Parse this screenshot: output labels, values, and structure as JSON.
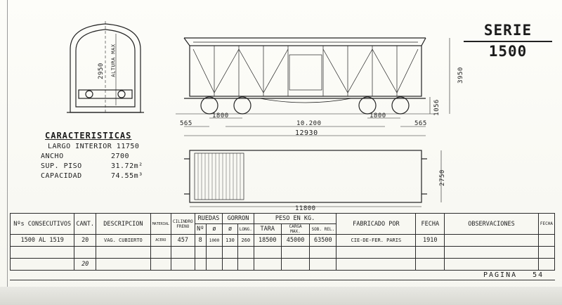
{
  "serie": "SERIE 1500",
  "end_view_labels": {
    "height": "2950",
    "altura_max": "ALTURA MAX"
  },
  "side_view_dims": {
    "overall_height": "3950",
    "ground_height": "1056",
    "wheelbase_left": "1800",
    "wheelbase_right": "1800",
    "center_span": "10.200",
    "overhang_left": "565",
    "overhang_right": "565",
    "overall_length": "12930"
  },
  "plan_view_dims": {
    "width": "2750",
    "length": "11800"
  },
  "characteristics": {
    "title": "CARACTERISTICAS",
    "largo_interior": "LARGO INTERIOR 11750",
    "rows": [
      {
        "label": "ANCHO",
        "value": "2700"
      },
      {
        "label": "SUP. PISO",
        "value": "31.72m²"
      },
      {
        "label": "CAPACIDAD",
        "value": "74.55m³"
      }
    ]
  },
  "table": {
    "headers": {
      "consecutivos": "Nºs CONSECUTIVOS",
      "cant": "CANT.",
      "descripcion": "DESCRIPCION",
      "material": "MATERIAL",
      "cilindro": "CILINDRO FRENO",
      "ruedas": "RUEDAS",
      "gorron": "GORRON",
      "peso": "PESO EN KG.",
      "fabricado": "FABRICADO POR",
      "fecha": "FECHA",
      "observaciones": "OBSERVACIONES",
      "fecha2": "FECHA",
      "ruedas_n": "Nº",
      "ruedas_d": "ø",
      "gorron_d": "ø",
      "gorron_long": "LONG.",
      "tara": "TARA",
      "carga": "CARGA MAX.",
      "sob": "SOB. REL."
    },
    "row": {
      "consecutivos": "1500 AL 1519",
      "cant": "20",
      "descripcion": "VAG. CUBIERTO",
      "material": "ACERO",
      "cilindro": "457",
      "ruedas_n": "8",
      "ruedas_d": "1000",
      "gorron_d": "130",
      "gorron_long": "260",
      "tara": "18500",
      "carga": "45000",
      "sob": "63500",
      "fabricado": "CIE-DE-FER. PARIS",
      "fecha": "1910",
      "observaciones": "",
      "fecha2": ""
    },
    "footer_cant": "20"
  },
  "pagina_label": "PAGINA",
  "pagina_number": "54"
}
